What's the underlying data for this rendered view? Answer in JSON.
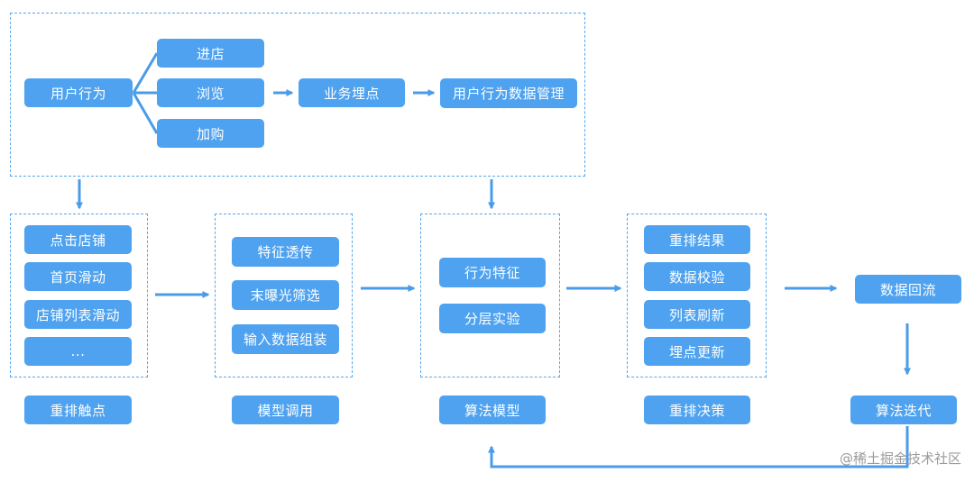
{
  "colors": {
    "node_fill": "#4ea2ef",
    "line": "#4a9ce8",
    "node_text": "#ffffff"
  },
  "top": {
    "user_behavior": "用户行为",
    "enter_store": "进店",
    "browse": "浏览",
    "add_to_cart": "加购",
    "biz_tracking": "业务埋点",
    "behavior_data_mgmt": "用户行为数据管理"
  },
  "trigger": {
    "items": [
      "点击店铺",
      "首页滑动",
      "店铺列表滑动",
      "..."
    ],
    "label": "重排触点"
  },
  "model_call": {
    "items": [
      "特征透传",
      "末曝光筛选",
      "输入数据组装"
    ],
    "label": "模型调用"
  },
  "algo_model": {
    "items": [
      "行为特征",
      "分层实验"
    ],
    "label": "算法模型"
  },
  "rerank_decision": {
    "items": [
      "重排结果",
      "数据校验",
      "列表刷新",
      "埋点更新"
    ],
    "label": "重排决策"
  },
  "data_backflow": "数据回流",
  "algo_iteration": "算法迭代",
  "watermark": "@稀土掘金技术社区"
}
